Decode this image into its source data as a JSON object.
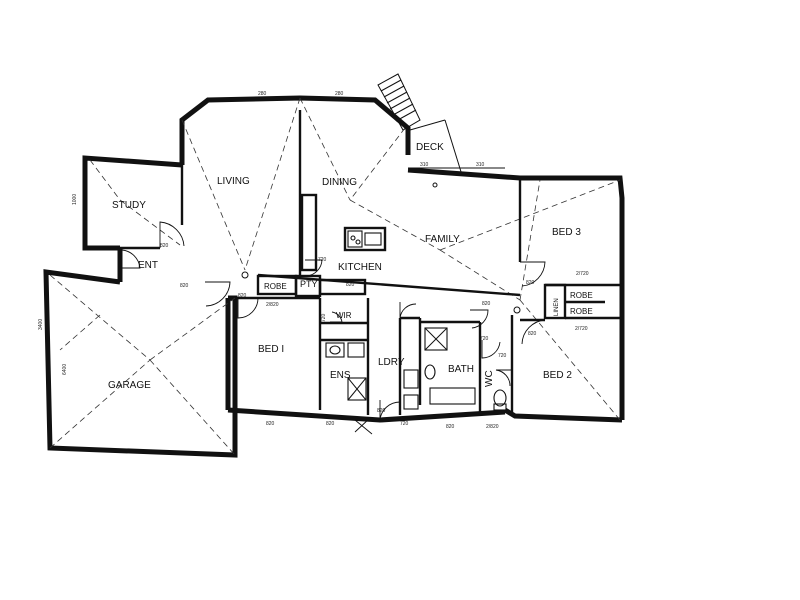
{
  "rooms": {
    "study": "STUDY",
    "living": "LIVING",
    "dining": "DINING",
    "deck": "DECK",
    "family": "FAMILY",
    "bed3": "BED 3",
    "ent": "ENT",
    "kitchen": "KITCHEN",
    "robe_bed1": "ROBE",
    "pty": "PTY",
    "garage": "GARAGE",
    "bed1": "BED I",
    "wir": "WIR",
    "ens": "ENS",
    "ldry": "LDRY",
    "bath": "BATH",
    "wc": "WC",
    "bed2": "BED 2",
    "robe_bed3": "ROBE",
    "robe_bed2": "ROBE",
    "linen": "LINEN"
  },
  "dimensions": {
    "top_left": "280",
    "top_right": "280",
    "deck_left": "310",
    "deck_right": "310",
    "study_door": "820",
    "garage_door": "820",
    "bed1_top": "820",
    "robe_door": "2/820",
    "kitchen_door": "720",
    "hall_a": "820",
    "hall_b": "820",
    "bed3_door": "820",
    "robe3_door": "2/720",
    "robe2_door": "2/720",
    "bed2_door": "820",
    "bath_door": "720",
    "wc_door": "720",
    "wir_door": "720",
    "ldry_door": "820",
    "bottom_a": "820",
    "bottom_b": "820",
    "bottom_c": "820",
    "bottom_d": "2/820",
    "bottom_e": "720",
    "left_garage": "6400",
    "left_study": "1000",
    "left_garage_b": "3400"
  }
}
